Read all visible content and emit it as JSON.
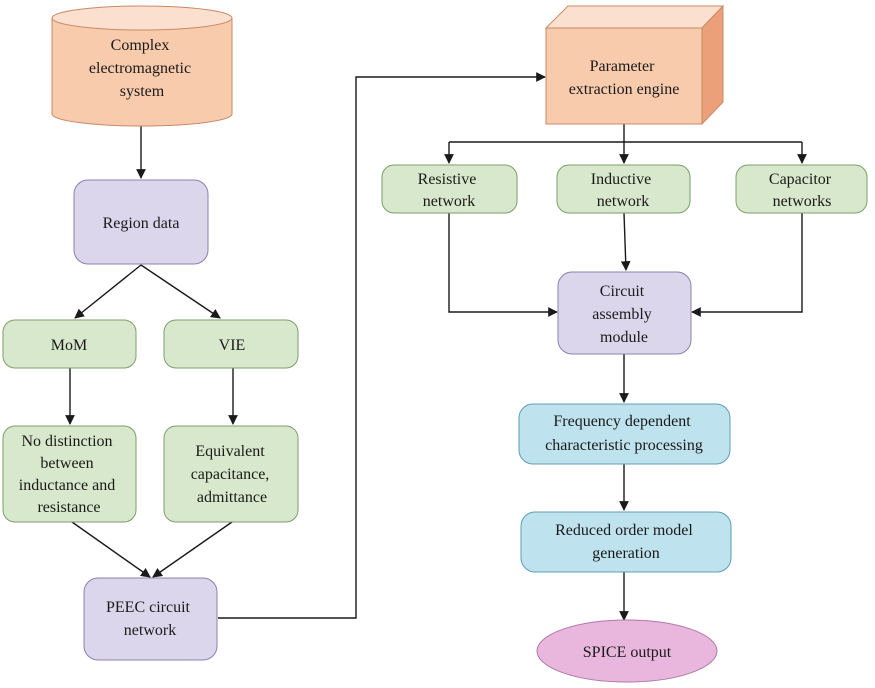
{
  "colors": {
    "orange_fill": "#F8CBAD",
    "orange_top": "#FBE0CF",
    "orange_side": "#EBA07A",
    "orange_stroke": "#C98A66",
    "purple_fill": "#DCD6EC",
    "purple_stroke": "#8C82AD",
    "green_fill": "#D8E8CC",
    "green_stroke": "#7E9E6A",
    "blue_fill": "#BFE3EE",
    "blue_stroke": "#5E9DB3",
    "pink_fill": "#E9B7DE",
    "pink_stroke": "#B07AA6",
    "arrow": "#1a1a1a"
  },
  "nodes": {
    "complex": {
      "lines": [
        "Complex",
        "electromagnetic",
        "system"
      ],
      "icon": "cylinder"
    },
    "region": {
      "lines": [
        "Region data"
      ]
    },
    "mom": {
      "lines": [
        "MoM"
      ]
    },
    "vie": {
      "lines": [
        "VIE"
      ]
    },
    "nodist": {
      "lines": [
        "No distinction",
        "between",
        "inductance and",
        "resistance"
      ]
    },
    "equiv": {
      "lines": [
        "Equivalent",
        "capacitance,",
        "admittance"
      ]
    },
    "peec": {
      "lines": [
        "PEEC circuit",
        "network"
      ]
    },
    "param": {
      "lines": [
        "Parameter",
        "extraction engine"
      ],
      "icon": "cube"
    },
    "resistive": {
      "lines": [
        "Resistive",
        "network"
      ]
    },
    "inductive": {
      "lines": [
        "Inductive",
        "network"
      ]
    },
    "capacitor": {
      "lines": [
        "Capacitor",
        "networks"
      ]
    },
    "assembly": {
      "lines": [
        "Circuit",
        "assembly",
        "module"
      ]
    },
    "freq": {
      "lines": [
        "Frequency dependent",
        "characteristic processing"
      ]
    },
    "rom": {
      "lines": [
        "Reduced order model",
        "generation"
      ]
    },
    "spice": {
      "lines": [
        "SPICE output"
      ]
    }
  }
}
